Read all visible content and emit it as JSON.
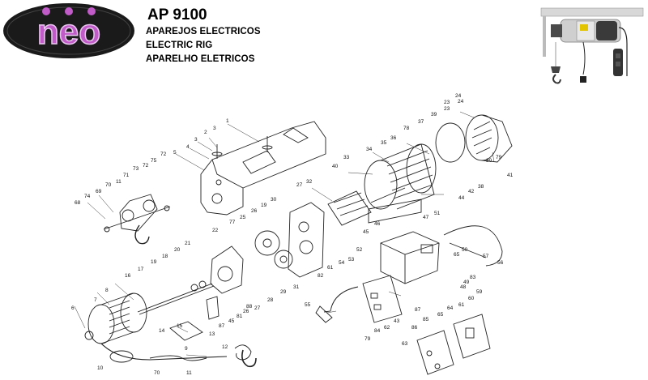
{
  "logo": {
    "brand": "neo"
  },
  "header": {
    "model": "AP 9100",
    "lines": [
      "APAREJOS ELECTRICOS",
      "ELECTRIC RIG",
      "APARELHO ELETRICOS"
    ]
  },
  "part_numbers": {
    "body": [
      "1",
      "2",
      "3",
      "3",
      "4",
      "5"
    ],
    "trolley": [
      "68",
      "74",
      "69",
      "70",
      "71",
      "11",
      "73",
      "72",
      "75",
      "72"
    ],
    "motor": [
      "24",
      "23",
      "22",
      "26",
      "19",
      "30",
      "27",
      "32",
      "25",
      "77",
      "21",
      "20",
      "18",
      "19",
      "17",
      "16",
      "33",
      "40",
      "34",
      "35",
      "78",
      "36",
      "37",
      "39",
      "23",
      "24",
      "80",
      "79",
      "41",
      "38",
      "42",
      "44",
      "46",
      "45"
    ],
    "lower": [
      "8",
      "7",
      "6",
      "10",
      "70",
      "11",
      "9",
      "12",
      "13",
      "14",
      "15",
      "28",
      "27",
      "87",
      "45",
      "81",
      "29",
      "31",
      "26",
      "88"
    ],
    "electrics": [
      "51",
      "47",
      "50",
      "65",
      "57",
      "56",
      "53",
      "54",
      "52",
      "61",
      "82",
      "55",
      "48",
      "49",
      "83",
      "87",
      "62",
      "43",
      "84",
      "79",
      "85",
      "86",
      "63",
      "64",
      "65",
      "61",
      "60",
      "59"
    ]
  }
}
